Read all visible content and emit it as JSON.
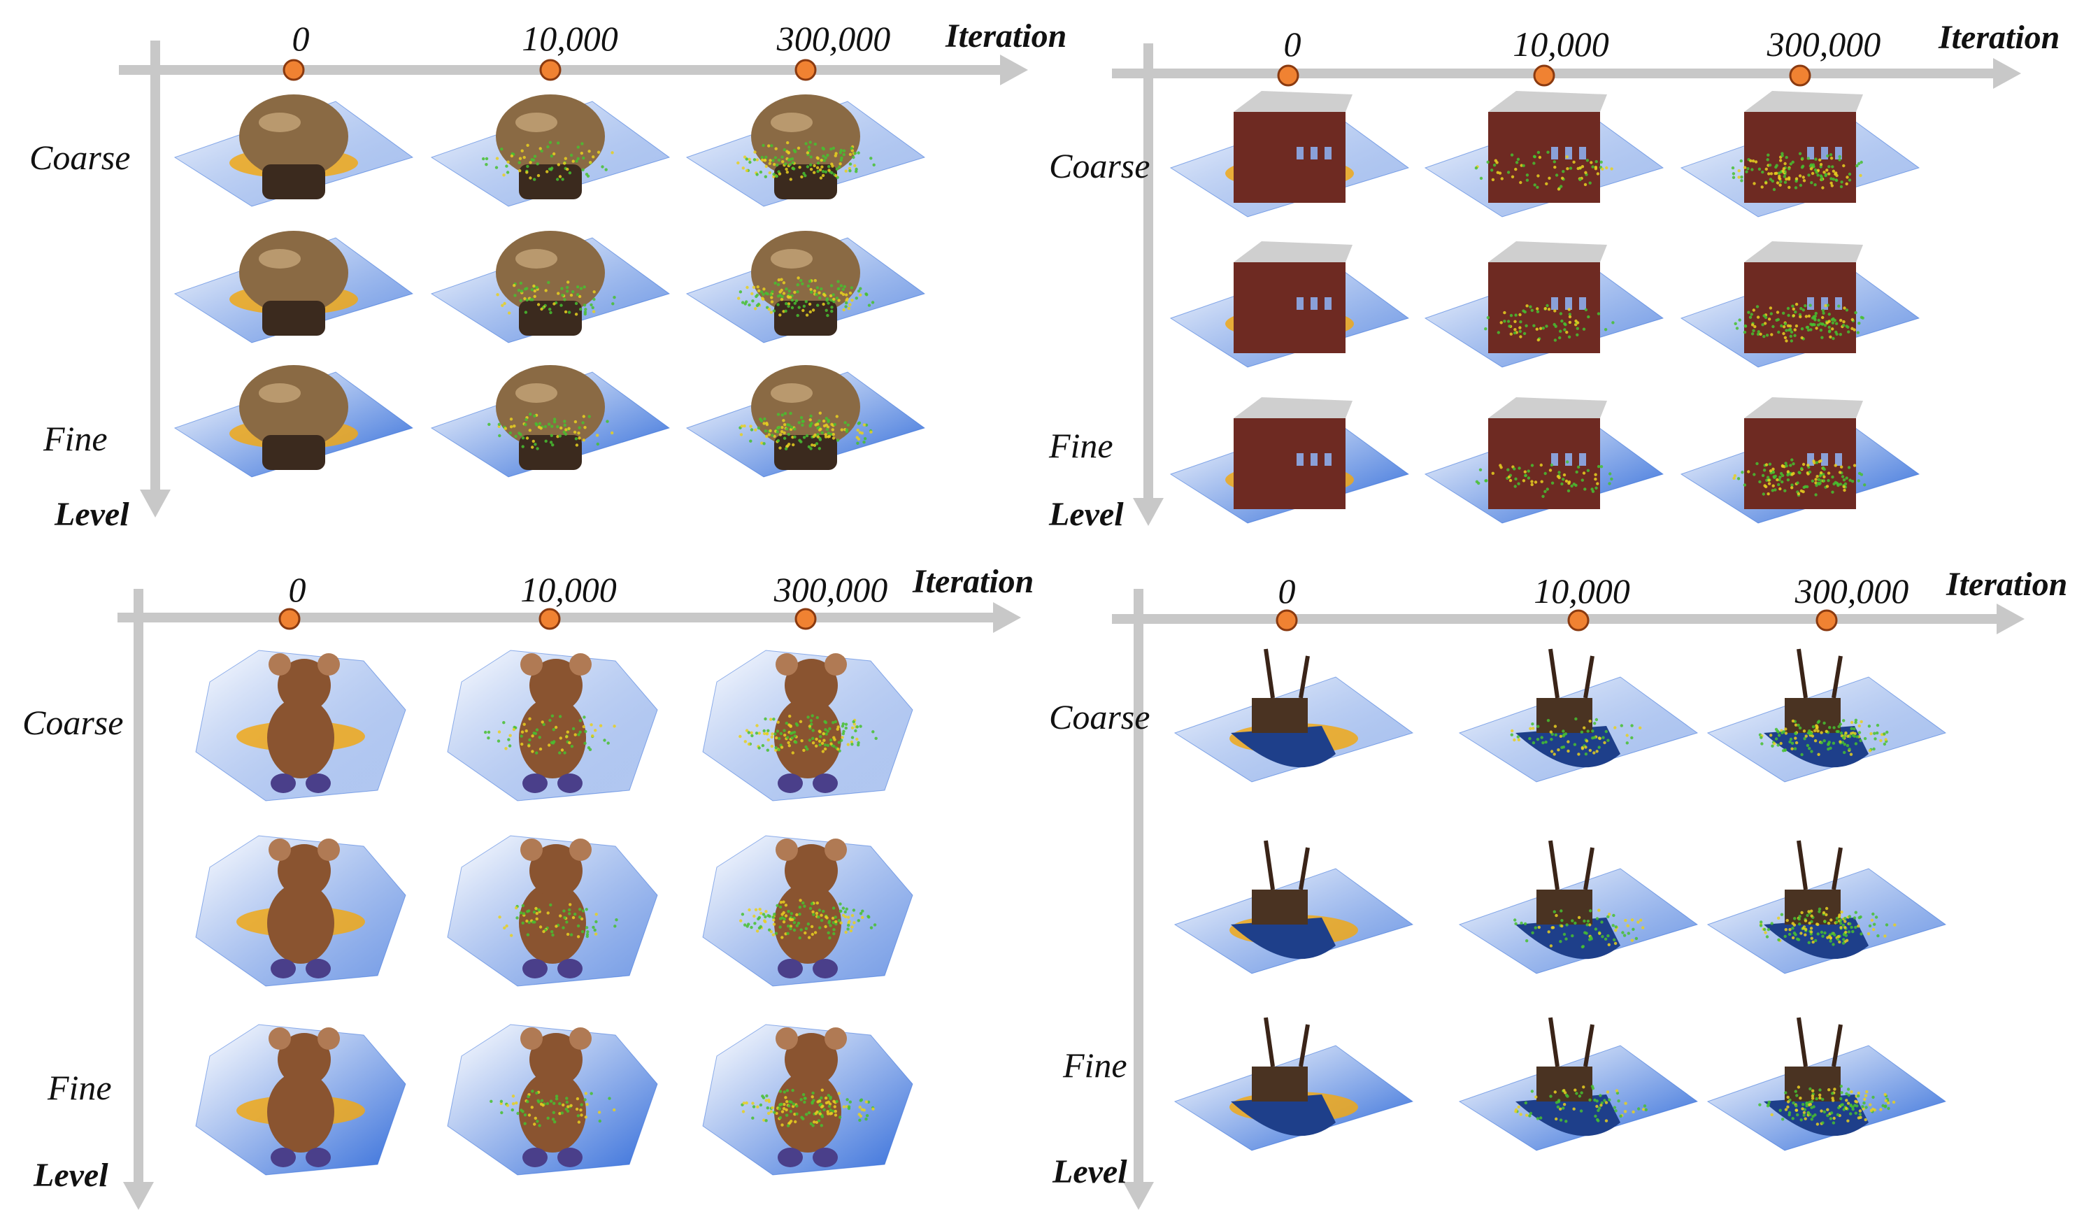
{
  "figure": {
    "panels": [
      {
        "id": "skull",
        "subject": "skull",
        "x_axis": {
          "title": "Iteration",
          "ticks": [
            "0",
            "10,000",
            "300,000"
          ]
        },
        "y_axis": {
          "title": "Level",
          "row_labels": [
            "Coarse",
            "Fine"
          ]
        },
        "rows": 3,
        "colors": {
          "model": "#8a6a44",
          "plane": "#1f5fd6",
          "surface": "#f0a818"
        }
      },
      {
        "id": "building",
        "subject": "building",
        "x_axis": {
          "title": "Iteration",
          "ticks": [
            "0",
            "10,000",
            "300,000"
          ]
        },
        "y_axis": {
          "title": "Level",
          "row_labels": [
            "Coarse",
            "Fine"
          ]
        },
        "rows": 3,
        "colors": {
          "model": "#6e2a22",
          "plane": "#1f5fd6",
          "surface": "#f0a818"
        }
      },
      {
        "id": "teddy",
        "subject": "teddy-bear",
        "x_axis": {
          "title": "Iteration",
          "ticks": [
            "0",
            "10,000",
            "300,000"
          ]
        },
        "y_axis": {
          "title": "Level",
          "row_labels": [
            "Coarse",
            "Fine"
          ]
        },
        "rows": 3,
        "colors": {
          "model": "#8a5430",
          "plane": "#2a66d8",
          "surface": "#f0a818"
        }
      },
      {
        "id": "ship",
        "subject": "pirate-ship",
        "x_axis": {
          "title": "Iteration",
          "ticks": [
            "0",
            "10,000",
            "300,000"
          ]
        },
        "y_axis": {
          "title": "Level",
          "row_labels": [
            "Coarse",
            "Fine"
          ]
        },
        "rows": 3,
        "colors": {
          "model": "#4a3322",
          "plane": "#1f5fd6",
          "surface": "#f0a818"
        }
      }
    ],
    "colors": {
      "axis": "#c8c8c8",
      "tick_marker_fill": "#f08232",
      "tick_marker_stroke": "#8a3a10",
      "point_green": "#48c030",
      "point_yellow": "#e8d020"
    }
  }
}
